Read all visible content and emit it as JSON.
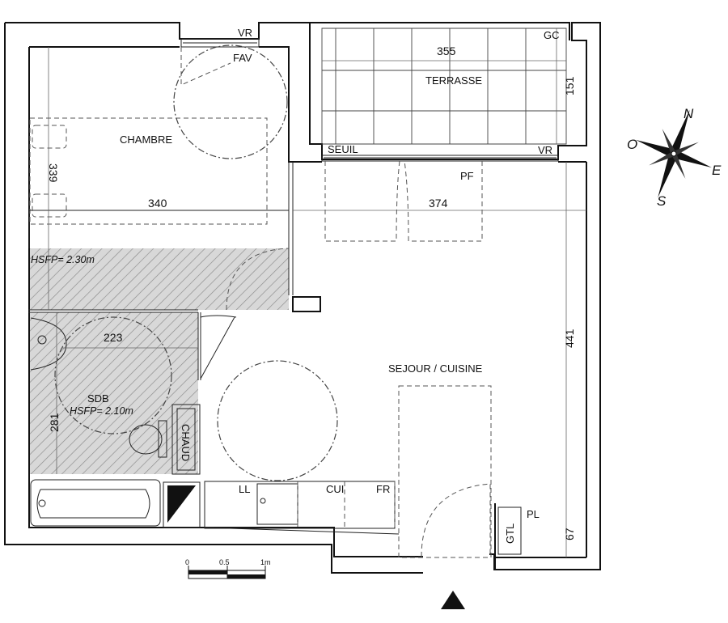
{
  "rooms": {
    "chambre": "CHAMBRE",
    "sdb": "SDB",
    "sejour": "SEJOUR / CUISINE",
    "terrasse": "TERRASSE"
  },
  "heights": {
    "chambre": "HSFP= 2.30m",
    "sdb": "HSFP= 2.10m"
  },
  "dimensions": {
    "chambre_width": "340",
    "chambre_depth": "339",
    "sejour_width": "374",
    "sejour_depth": "441",
    "sdb_width": "223",
    "sdb_depth": "281",
    "terrasse_width": "355",
    "terrasse_depth": "151",
    "placard_depth": "67"
  },
  "equipment": {
    "vr_top": "VR",
    "fav": "FAV",
    "gc": "GC",
    "seuil": "SEUIL",
    "vr_terrace": "VR",
    "pf": "PF",
    "chaud": "CHAUD",
    "ll": "LL",
    "cui": "CUI",
    "fr": "FR",
    "pl": "PL",
    "gtl": "GTL"
  },
  "compass": {
    "n": "N",
    "s": "S",
    "e": "E",
    "o": "O"
  },
  "scale": {
    "zero": "0",
    "half": "0.5",
    "one": "1m"
  }
}
